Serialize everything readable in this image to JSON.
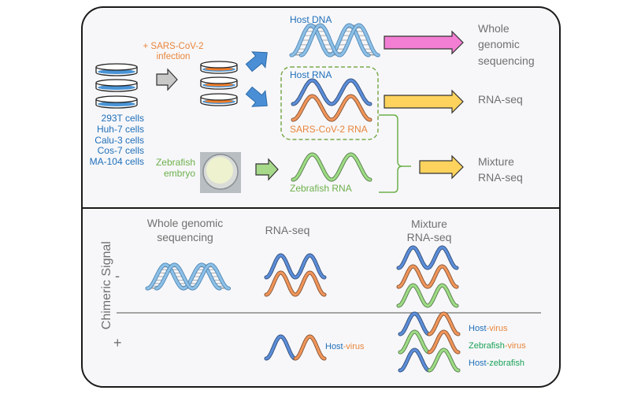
{
  "colors": {
    "host_blue": "#5b8dd9",
    "dna_blue": "#8dc0e6",
    "virus_orange": "#f0955a",
    "zebrafish_green": "#9ddc84",
    "label_blue": "#1f6fb8",
    "label_orange": "#e8853a",
    "label_green": "#6db04a",
    "label_dark_green": "#1aa255",
    "wgs_arrow_pink": "#f27fd3",
    "rnaseq_arrow_yellow": "#fdd35d",
    "gray_arrow": "#c9c9c9",
    "step_arrow_blue": "#4a8fd6",
    "step_arrow_green": "#a6d98a",
    "dashed_box_green": "#7aaa4a",
    "text_gray": "#707070"
  },
  "top": {
    "cell_lines": [
      "293T cells",
      "Huh-7 cells",
      "Calu-3 cells",
      "Cos-7 cells",
      "MA-104 cells"
    ],
    "infection_label_line1": "+ SARS-CoV-2",
    "infection_label_line2": "infection",
    "zebrafish_label_line1": "Zebrafish",
    "zebrafish_label_line2": "embryo",
    "host_dna_label": "Host DNA",
    "host_rna_label": "Host RNA",
    "sars_rna_label": "SARS-CoV-2 RNA",
    "zebrafish_rna_label": "Zebrafish RNA",
    "outputs": [
      {
        "line1": "Whole",
        "line2": "genomic",
        "line3": "sequencing"
      },
      {
        "line1": "RNA-seq"
      },
      {
        "line1": "Mixture",
        "line2": "RNA-seq"
      }
    ]
  },
  "bottom": {
    "axis_label": "Chimeric Signal",
    "row_minus": "-",
    "row_plus": "+",
    "columns": [
      {
        "line1": "Whole genomic",
        "line2": "sequencing"
      },
      {
        "line1": "RNA-seq"
      },
      {
        "line1": "Mixture",
        "line2": "RNA-seq"
      }
    ],
    "rnaseq_chimera": {
      "part1": "Host",
      "sep": "-",
      "part2": "virus"
    },
    "mixture_chimeras": [
      {
        "part1": "Host",
        "sep": "-",
        "part2": "virus"
      },
      {
        "part1": "Zebrafish",
        "sep": "-",
        "part2": "virus"
      },
      {
        "part1": "Host",
        "sep": "-",
        "part2": "zebrafish"
      }
    ]
  }
}
